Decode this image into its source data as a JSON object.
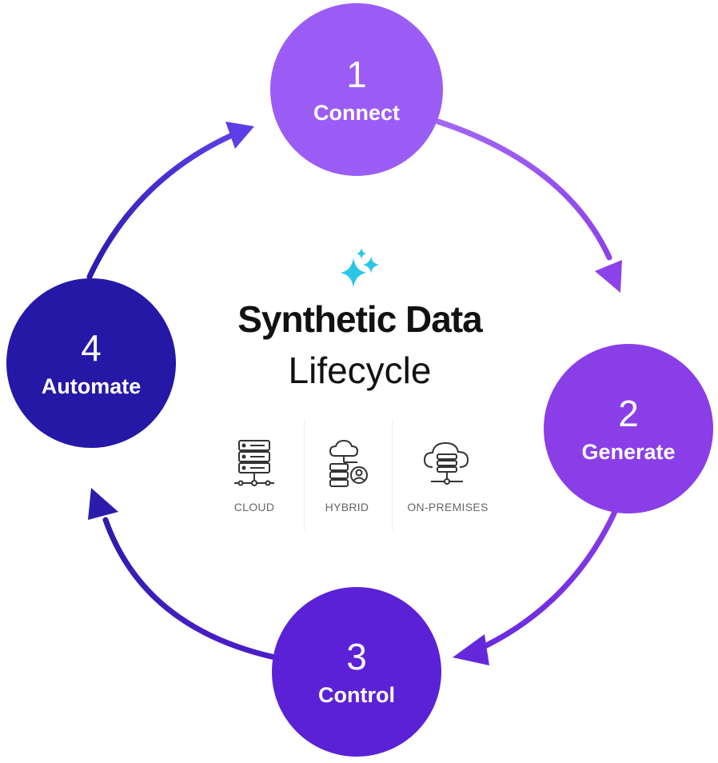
{
  "title": {
    "line1": "Synthetic Data",
    "line2": "Lifecycle"
  },
  "steps": [
    {
      "number": "1",
      "label": "Connect",
      "color": "#9b5cf6"
    },
    {
      "number": "2",
      "label": "Generate",
      "color": "#8a3ee8"
    },
    {
      "number": "3",
      "label": "Control",
      "color": "#5b21d6"
    },
    {
      "number": "4",
      "label": "Automate",
      "color": "#2518a6"
    }
  ],
  "deployments": [
    {
      "label": "CLOUD",
      "icon": "server-rack-icon"
    },
    {
      "label": "HYBRID",
      "icon": "cloud-database-user-icon"
    },
    {
      "label": "ON-PREMISES",
      "icon": "cloud-server-icon"
    }
  ],
  "colors": {
    "sparkle": "#29c6e8",
    "arrow_light": "#9b5cf6",
    "arrow_dark": "#3a22b8",
    "title_text": "#111111"
  }
}
